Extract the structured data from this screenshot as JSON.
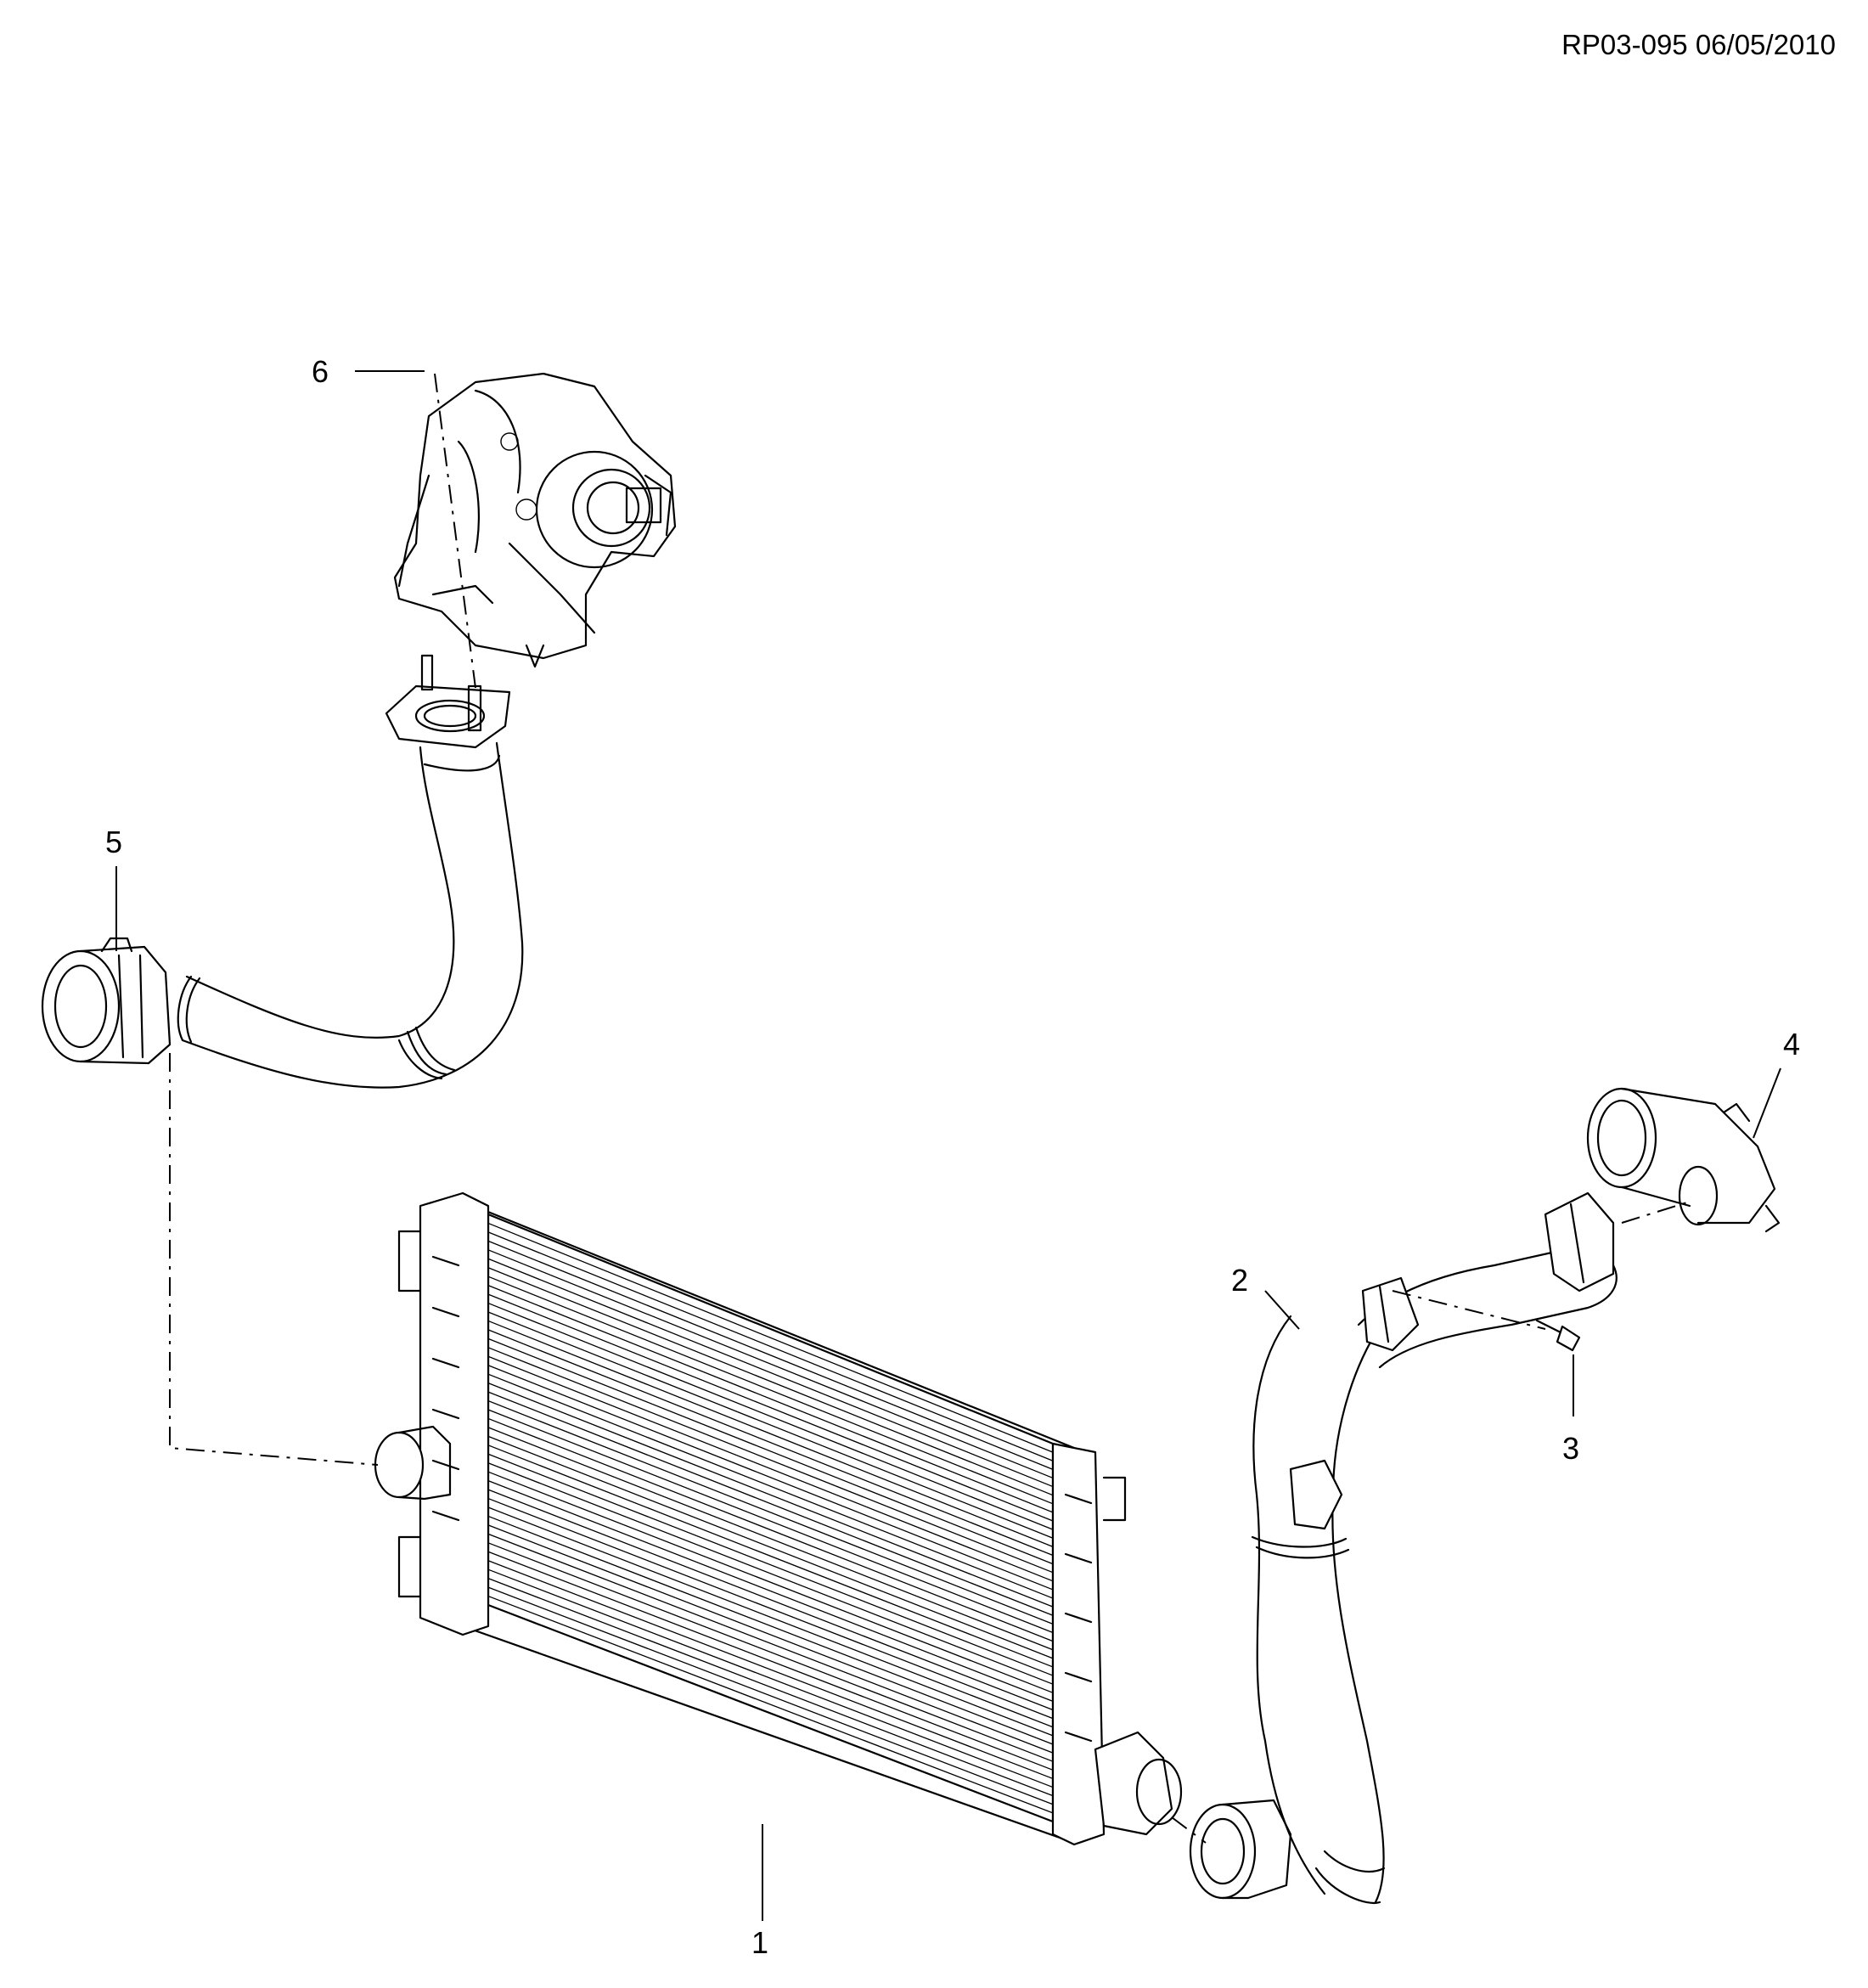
{
  "doc_reference": "RP03-095 06/05/2010",
  "callouts": {
    "c1": "1",
    "c2": "2",
    "c3": "3",
    "c4": "4",
    "c5": "5",
    "c6": "6"
  }
}
